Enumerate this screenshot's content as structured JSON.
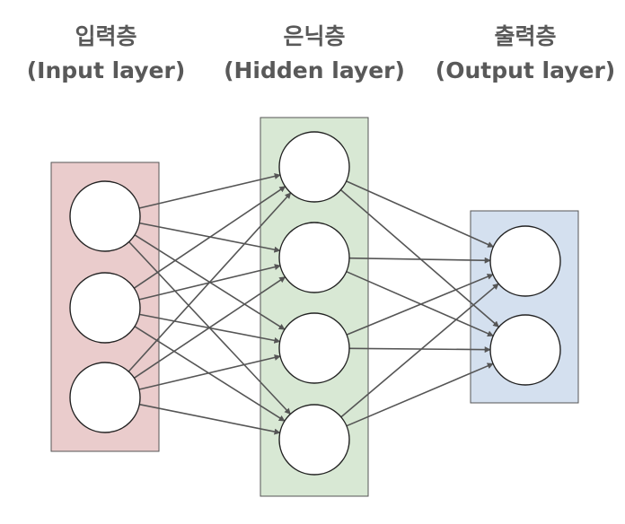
{
  "layers": [
    {
      "id": "input",
      "title_ko": "입력층",
      "title_en": "(Input layer)",
      "nodes": 3,
      "color": "#eacccc"
    },
    {
      "id": "hidden",
      "title_ko": "은닉층",
      "title_en": "(Hidden layer)",
      "nodes": 4,
      "color": "#d8e8d4"
    },
    {
      "id": "output",
      "title_ko": "출력층",
      "title_en": "(Output layer)",
      "nodes": 2,
      "color": "#d4e0ef"
    }
  ],
  "colors": {
    "label": "#595959",
    "edge": "#555555",
    "box_border": "#555555",
    "node_fill": "#ffffff",
    "node_stroke": "#222222"
  },
  "connectivity": "fully-connected"
}
